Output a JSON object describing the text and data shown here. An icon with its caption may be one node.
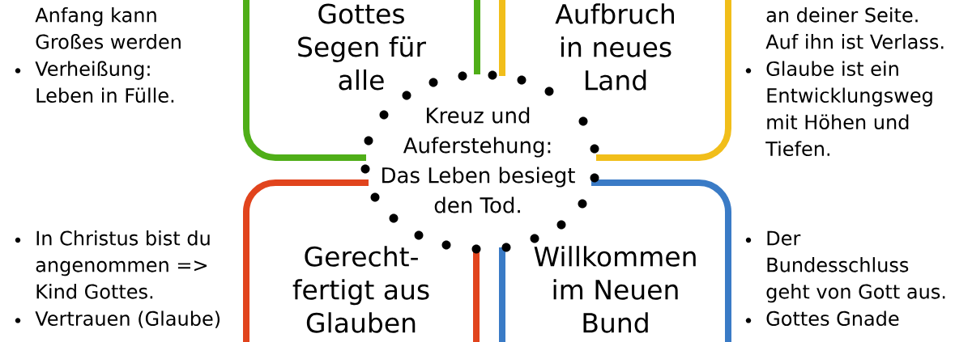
{
  "diagram": {
    "nodes": [
      {
        "text": [
          "Gottes Segen für alle"
        ],
        "beside": [
          "Anfang kann Großes werden",
          "Verheißung: Leben in Fülle."
        ]
      },
      {
        "text": [
          "Aufbruch in neues Land"
        ],
        "beside": [
          "an deiner Seite. Auf ihn ist Verlass.",
          "Glaube ist ein Entwicklungsweg mit Höhen und Tiefen."
        ]
      },
      {
        "text": [
          "Kreuz und Auferstehung: Das Leben besiegt den Tod."
        ]
      },
      {
        "text": [
          "Gerecht- fertigt aus Glauben"
        ],
        "beside": [
          "In Christus bist du angenommen => Kind Gottes.",
          "Vertrauen (Glaube)"
        ]
      },
      {
        "text": [
          "Willkommen im Neuen Bund"
        ],
        "beside": [
          "Der Bundesschluss geht von Gott aus.",
          "Gottes Gnade"
        ]
      }
    ]
  }
}
